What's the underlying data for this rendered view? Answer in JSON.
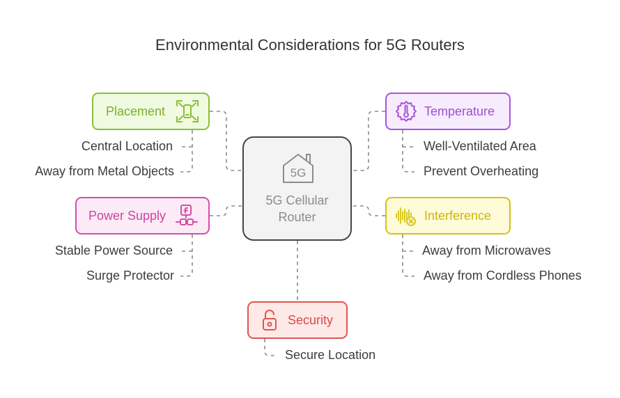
{
  "title": "Environmental Considerations for 5G Routers",
  "center": {
    "icon_text": "5G",
    "label_line1": "5G Cellular",
    "label_line2": "Router",
    "icon": "house-5g-icon"
  },
  "branches": [
    {
      "label": "Placement",
      "icon": "mobile-focus-icon",
      "color": "#8dbd3a",
      "fill": "#effae0",
      "items": [
        "Central Location",
        "Away from Metal Objects"
      ]
    },
    {
      "label": "Temperature",
      "icon": "thermometer-gear-icon",
      "color": "#a855d8",
      "fill": "#f6ecfd",
      "items": [
        "Well-Ventilated Area",
        "Prevent Overheating"
      ]
    },
    {
      "label": "Power Supply",
      "icon": "power-plug-icon",
      "color": "#d24faa",
      "fill": "#fcebf6",
      "items": [
        "Stable Power Source",
        "Surge Protector"
      ]
    },
    {
      "label": "Interference",
      "icon": "signal-block-icon",
      "color": "#d6c30f",
      "fill": "#fdfbd8",
      "items": [
        "Away from Microwaves",
        "Away from Cordless Phones"
      ]
    },
    {
      "label": "Security",
      "icon": "padlock-icon",
      "color": "#e0554e",
      "fill": "#fde9e8",
      "items": [
        "Secure Location"
      ]
    }
  ]
}
